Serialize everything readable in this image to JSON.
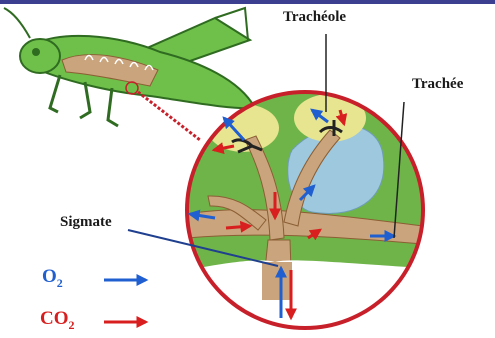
{
  "labels": {
    "tracheole": "Trachéole",
    "trachee": "Trachée",
    "sigmate": "Sigmate"
  },
  "legend": {
    "o2": {
      "text": "O",
      "sub": "2",
      "color": "#1f5fd0"
    },
    "co2": {
      "text": "CO",
      "sub": "2",
      "color": "#d81e1e"
    }
  },
  "colors": {
    "frame_top": "#3c3f8f",
    "insect": "#6fc04a",
    "insect_outline": "#2f6b21",
    "circle_border": "#c8202a",
    "leaf_bg": "#6fb449",
    "tube": "#c9a47c",
    "cell": "#e7e58f",
    "fluid": "#9ec8de"
  }
}
